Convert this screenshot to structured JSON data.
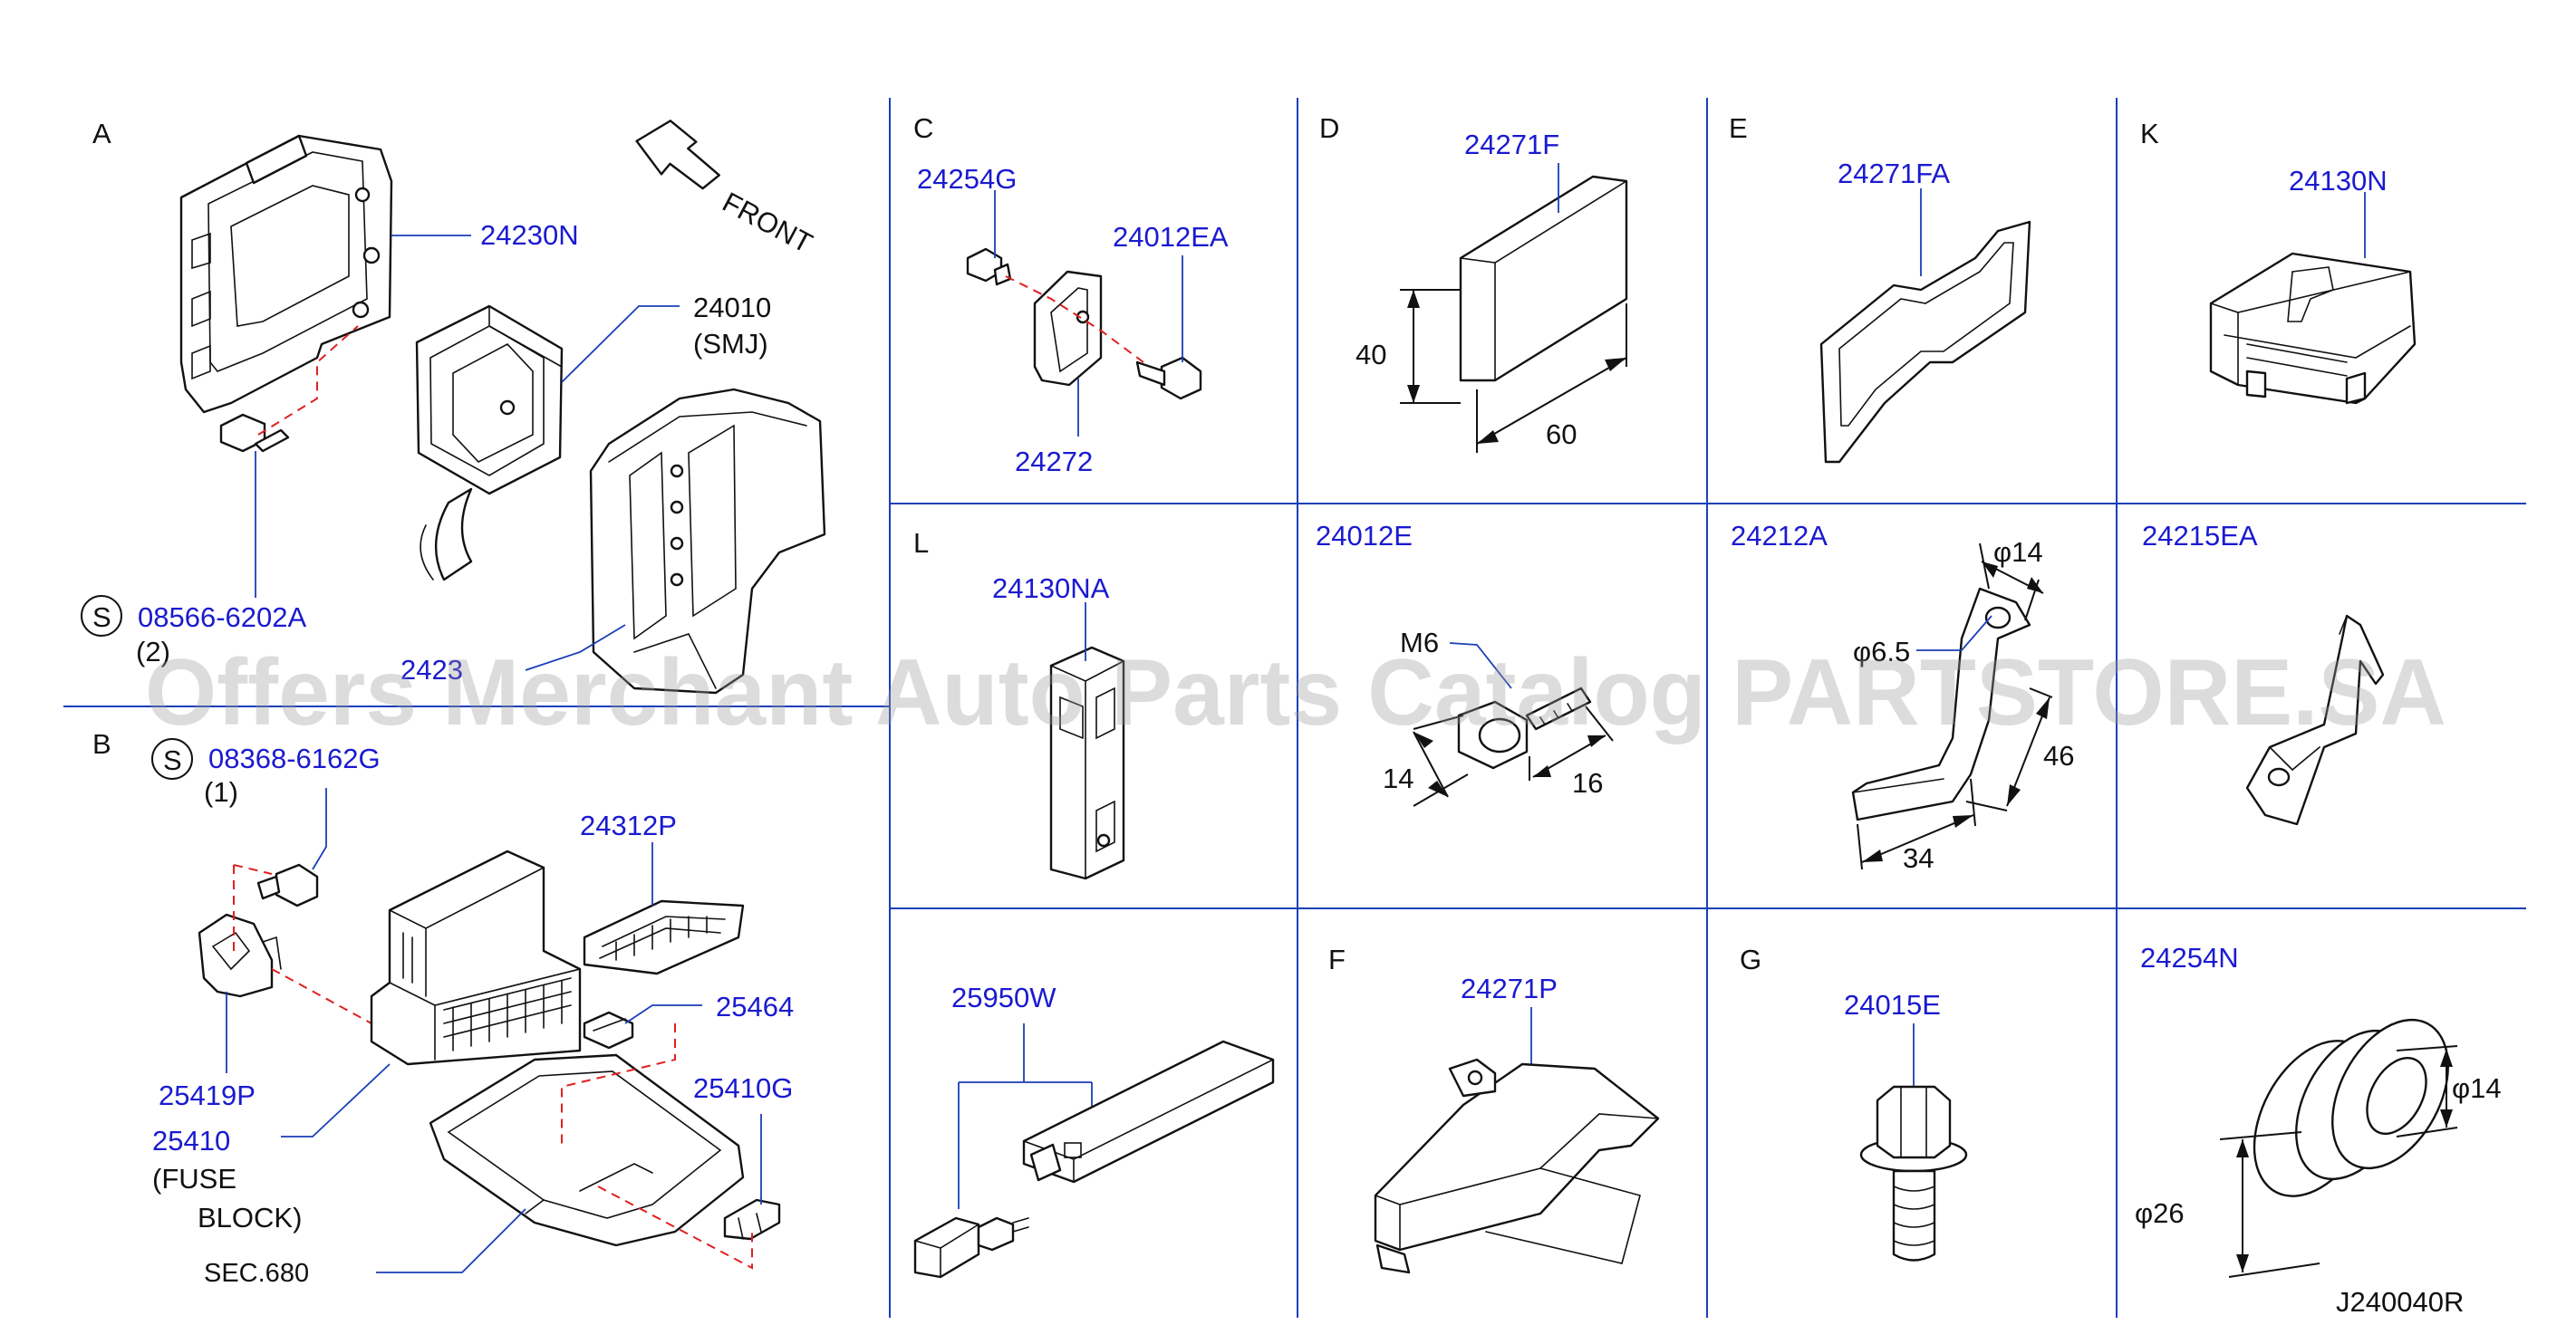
{
  "sections": {
    "A": "A",
    "B": "B",
    "C": "C",
    "D": "D",
    "E": "E",
    "K": "K",
    "L": "L",
    "F": "F",
    "G": "G"
  },
  "parts": {
    "p24230N": "24230N",
    "p24010": "24010",
    "p24010_sub": "(SMJ)",
    "p2423x": "2423 ",
    "p08566": "08566-6202A",
    "p08566_qty": "(2)",
    "p08368": "08368-6162G",
    "p08368_qty": "(1)",
    "p24312P": "24312P",
    "p25464": "25464",
    "p25410G": "25410G",
    "p25419P": "25419P",
    "p25410": "25410",
    "p25410_sub1": "(FUSE",
    "p25410_sub2": "BLOCK)",
    "sec680": "SEC.680",
    "p24254G": "24254G",
    "p24012EA": "24012EA",
    "p24272": "24272",
    "p24271F": "24271F",
    "p24271FA": "24271FA",
    "p24130N": "24130N",
    "p24130NA": "24130NA",
    "p24012E": "24012E",
    "p24212A": "24212A",
    "p24215EA": "24215EA",
    "p25950W": "25950W",
    "p24271P": "24271P",
    "p24015E": "24015E",
    "p24254N": "24254N"
  },
  "labels": {
    "front": "FRONT",
    "s_mark": "S",
    "dim40": "40",
    "dim60": "60",
    "m6": "M6",
    "dim14": "14",
    "dim16": "16",
    "phi14": "φ14",
    "phi6_5": "φ6.5",
    "dim46": "46",
    "dim34": "34",
    "phi14b": "φ14",
    "phi26": "φ26",
    "drawing_no": "J240040R"
  },
  "watermark": "Offers Merchant Auto Parts Catalog PARTSTORE.SA",
  "colors": {
    "part_number": "#1a1ad0",
    "grid": "#1a3fb8",
    "hidden_line": "#e02020"
  }
}
